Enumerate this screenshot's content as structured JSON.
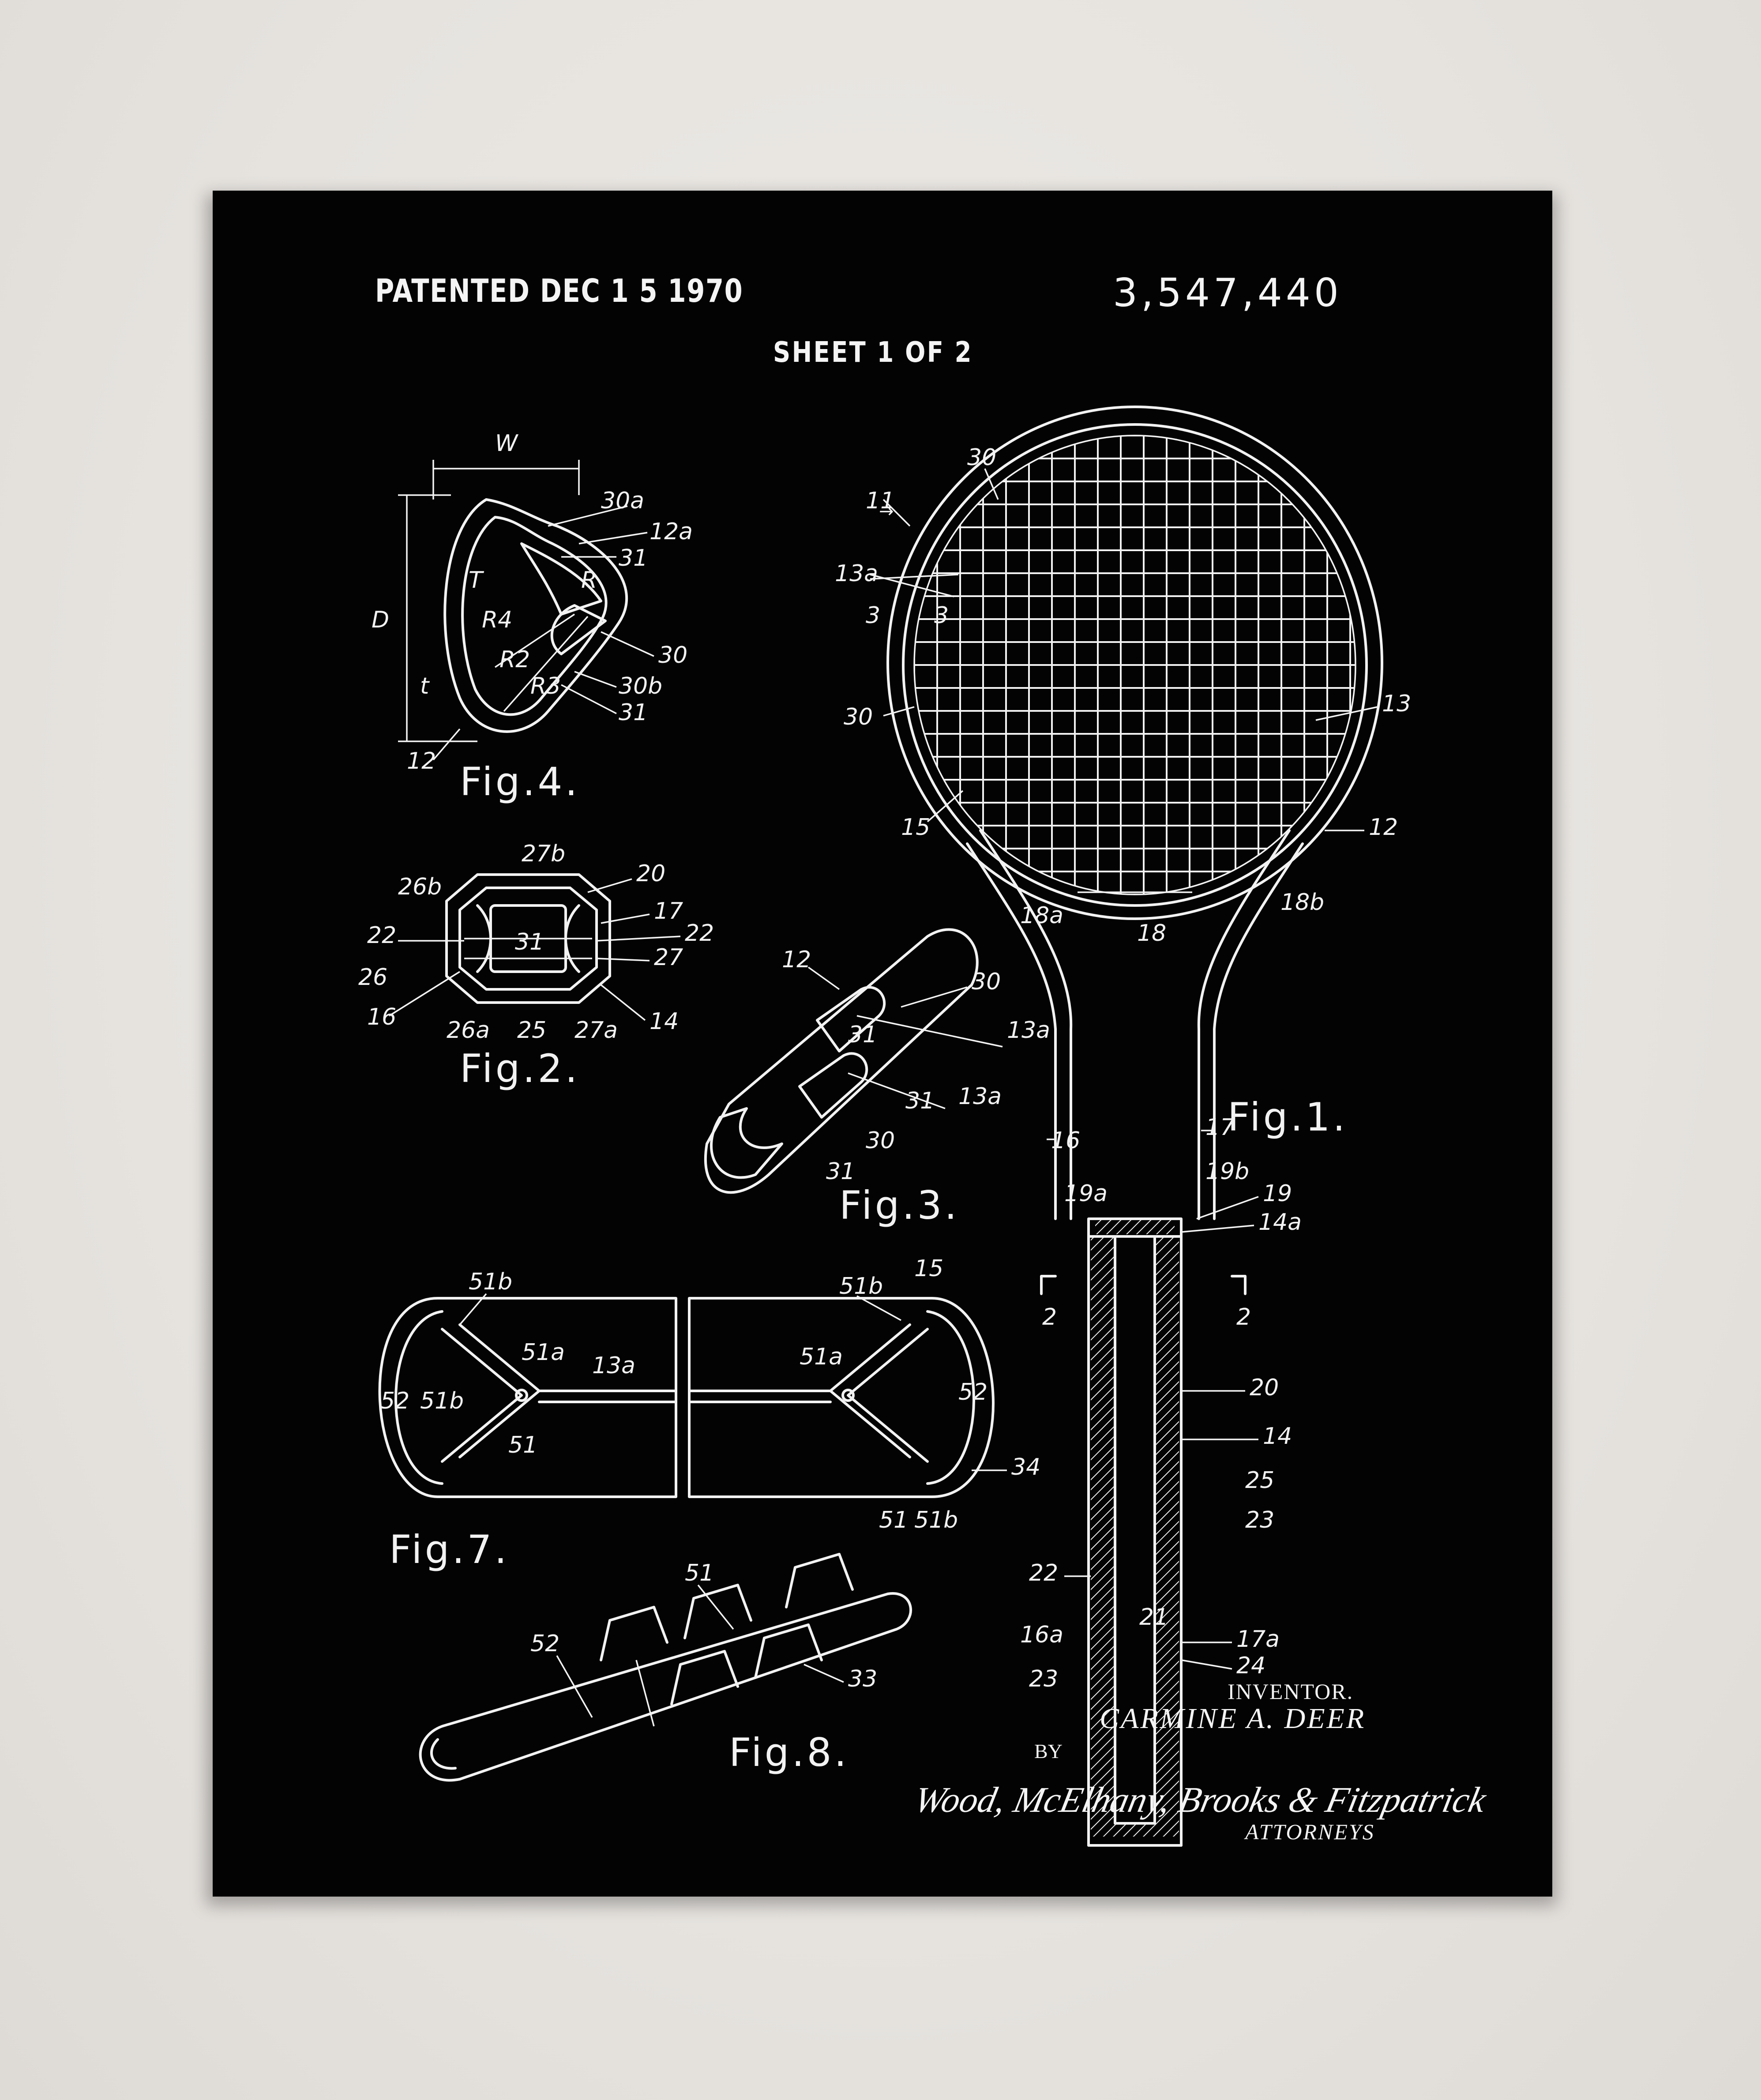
{
  "header": {
    "patented": "PATENTED DEC 1 5 1970",
    "patent_number": "3,547,440",
    "sheet": "SHEET 1 OF 2"
  },
  "figures": {
    "fig1": "Fig.1.",
    "fig2": "Fig.2.",
    "fig3": "Fig.3.",
    "fig4": "Fig.4.",
    "fig7": "Fig.7.",
    "fig8": "Fig.8."
  },
  "references": {
    "fig4": [
      "W",
      "D",
      "30a",
      "12a",
      "31",
      "T",
      "R",
      "R4",
      "R2",
      "R3",
      "t",
      "30",
      "30b",
      "31",
      "12"
    ],
    "fig2": [
      "27b",
      "20",
      "26b",
      "17",
      "22",
      "22",
      "31",
      "27",
      "26",
      "16",
      "26a",
      "25",
      "27a",
      "14"
    ],
    "fig3": [
      "12",
      "30",
      "13a",
      "31",
      "31",
      "13a",
      "30",
      "31"
    ],
    "fig1": [
      "30",
      "11",
      "13a",
      "3",
      "3",
      "30",
      "13",
      "15",
      "12",
      "18a",
      "18",
      "18b",
      "16",
      "17",
      "19a",
      "19b",
      "19",
      "14a",
      "2",
      "2",
      "20",
      "14",
      "25",
      "23",
      "22",
      "16a",
      "21",
      "17a",
      "23",
      "24"
    ],
    "fig7": [
      "51b",
      "51a",
      "13a",
      "52",
      "51b",
      "51",
      "51b",
      "15",
      "51a",
      "52",
      "34",
      "51",
      "51b"
    ],
    "fig8": [
      "51",
      "52",
      "33"
    ]
  },
  "inventor": {
    "label": "INVENTOR.",
    "name": "CARMINE A. DEER"
  },
  "attorneys": {
    "by": "BY",
    "signature": "Wood, McElhany, Brooks & Fitzpatrick",
    "label": "ATTORNEYS"
  },
  "colors": {
    "background": "#030303",
    "ink": "#f2f2f2",
    "wall": "#e9e6e2"
  }
}
